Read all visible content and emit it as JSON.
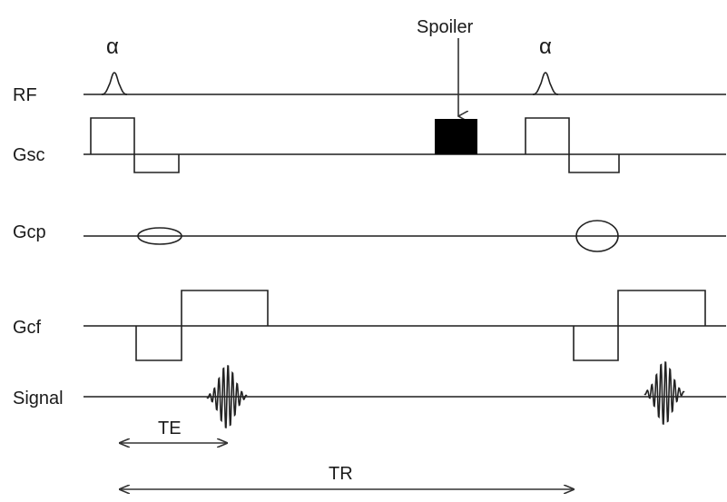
{
  "channels": {
    "rf": "RF",
    "gsc": "Gsc",
    "gcp": "Gcp",
    "gcf": "Gcf",
    "signal": "Signal"
  },
  "rf_pulse_1": "α",
  "rf_pulse_2": "α",
  "spoiler_label": "Spoiler",
  "te_label": "TE",
  "tr_label": "TR",
  "colors": {
    "line": "#555555",
    "stroke": "#222222",
    "spoiler_fill": "#000000",
    "background": "#ffffff"
  }
}
